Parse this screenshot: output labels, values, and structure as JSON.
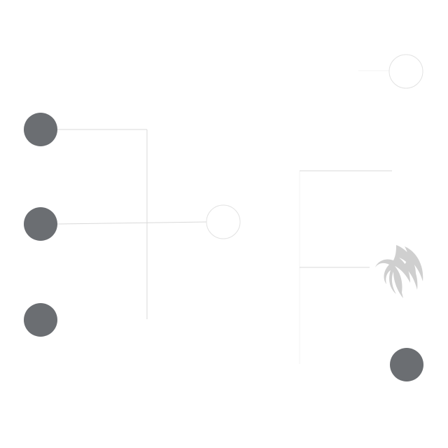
{
  "colors": {
    "background": "#ffffff",
    "filled_node": "#6b6e72",
    "hollow_node_stroke": "#e2e2e2",
    "connector": "#d9d9d9",
    "connector_faint": "#f3f3f3",
    "logo_gray": "#cfcfcf"
  },
  "nodes": [
    {
      "id": "left-node-top",
      "style": "filled"
    },
    {
      "id": "left-node-middle",
      "style": "filled"
    },
    {
      "id": "left-node-bottom",
      "style": "filled"
    },
    {
      "id": "center-node",
      "style": "hollow"
    },
    {
      "id": "right-node-top",
      "style": "hollow"
    },
    {
      "id": "right-node-bottom",
      "style": "filled"
    }
  ],
  "logo": {
    "icon": "phoenix-wing-logo-icon"
  }
}
